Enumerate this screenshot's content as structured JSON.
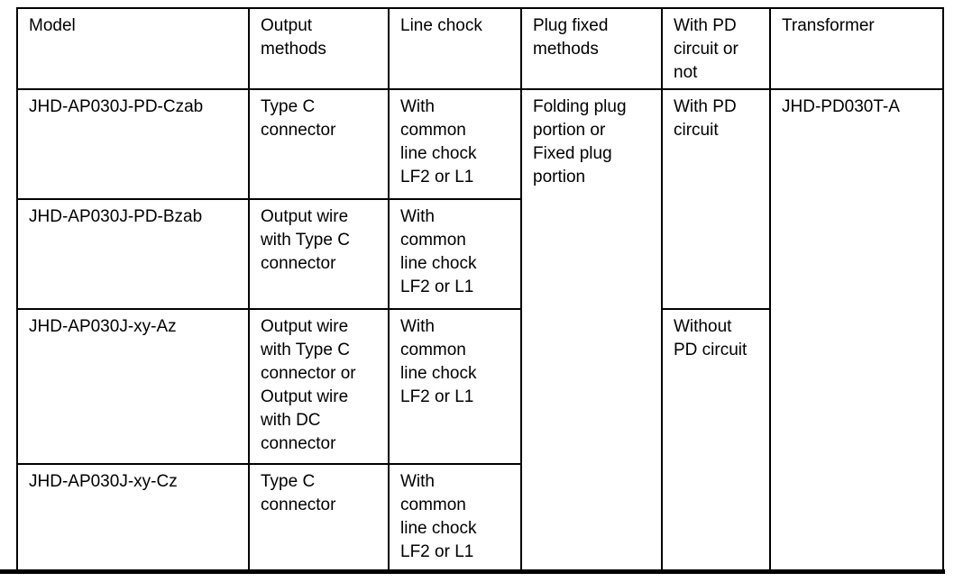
{
  "page": {
    "background": "#ffffff",
    "text_color": "#000000",
    "border_color": "#000000"
  },
  "table": {
    "headers": [
      "Model",
      "Output\nmethods",
      "Line chock",
      "Plug fixed\nmethods",
      "With PD\ncircuit or\nnot",
      "Transformer"
    ],
    "rows": [
      {
        "model": "JHD-AP030J-PD-Czab",
        "output_method": "Type C\nconnector",
        "line_chock": "With\ncommon\nline chock\nLF2 or L1"
      },
      {
        "model": "JHD-AP030J-PD-Bzab",
        "output_method": "Output wire\nwith Type C\nconnector",
        "line_chock": "With\ncommon\nline chock\nLF2 or L1"
      },
      {
        "model": "JHD-AP030J-xy-Az",
        "output_method": "Output wire\nwith Type C\nconnector or\nOutput wire\nwith DC\nconnector",
        "line_chock": "With\ncommon\nline chock\nLF2 or L1"
      },
      {
        "model": "JHD-AP030J-xy-Cz",
        "output_method": "Type C\nconnector",
        "line_chock": "With\ncommon\nline chock\nLF2 or L1"
      }
    ],
    "plug_fixed_methods": "Folding plug\nportion or\nFixed plug\nportion",
    "pd_circuit": {
      "with_pd": "With PD\ncircuit",
      "without_pd": "Without\nPD circuit"
    },
    "transformer": "JHD-PD030T-A"
  }
}
